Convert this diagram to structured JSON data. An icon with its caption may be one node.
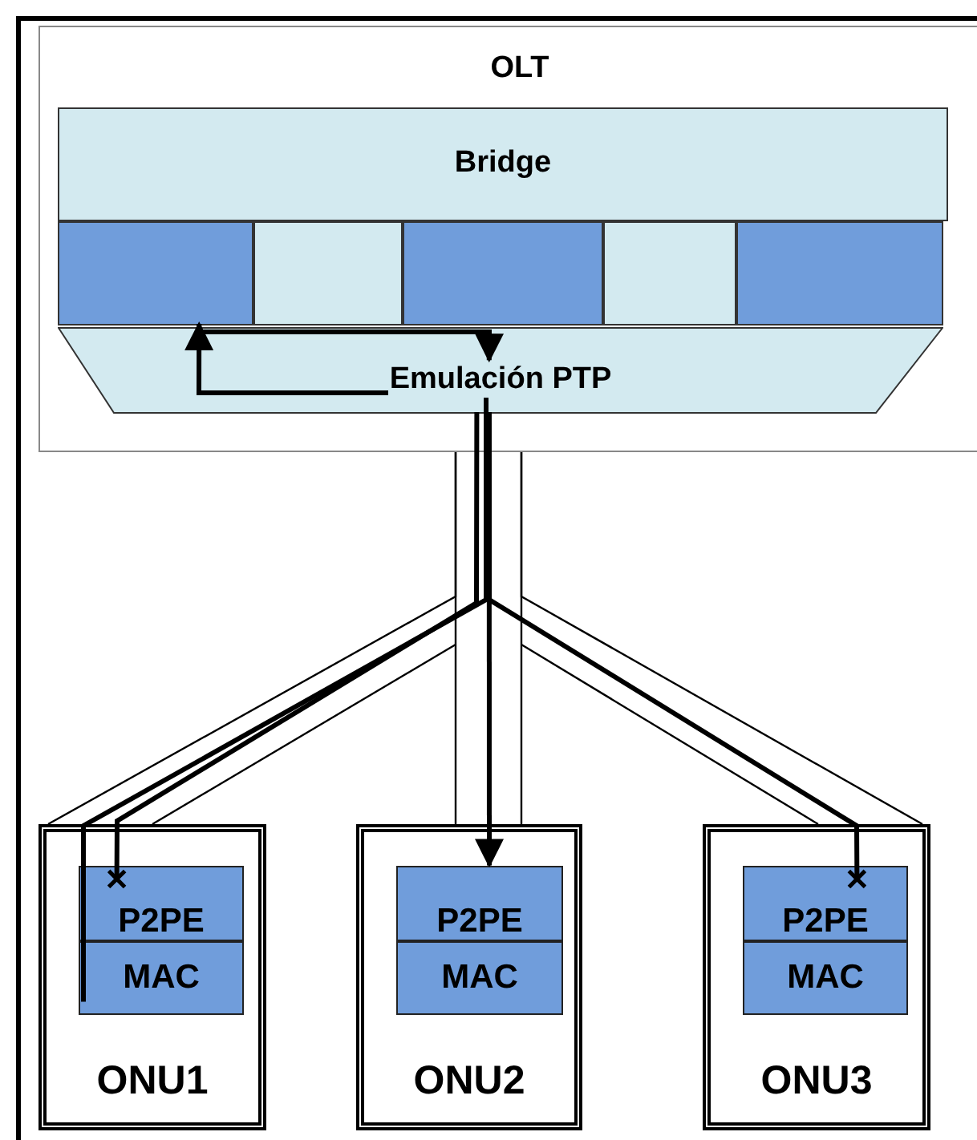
{
  "diagram": {
    "nodes": [
      {
        "text": [
          "OLT"
        ]
      },
      {
        "text": [
          "Bridge"
        ],
        "in": 0
      },
      {
        "text": [],
        "shape": "box",
        "in": 0
      },
      {
        "text": [],
        "shape": "box",
        "in": 0
      },
      {
        "text": [],
        "shape": "box",
        "in": 0
      },
      {
        "text": [],
        "shape": "box",
        "in": 0
      },
      {
        "text": [],
        "shape": "box",
        "in": 0
      },
      {
        "text": [
          "Emulación PTP"
        ],
        "in": 0
      },
      {
        "text": [
          "ONU1"
        ]
      },
      {
        "text": [
          "P2PE"
        ],
        "in": 8
      },
      {
        "text": [
          "MAC"
        ],
        "in": 8
      },
      {
        "text": [
          "ONU2"
        ]
      },
      {
        "text": [
          "P2PE"
        ],
        "in": 11
      },
      {
        "text": [
          "MAC"
        ],
        "in": 11
      },
      {
        "text": [
          "ONU3"
        ]
      },
      {
        "text": [
          "P2PE"
        ],
        "in": 14
      },
      {
        "text": [
          "MAC"
        ],
        "in": 14
      }
    ],
    "edges": [
      {
        "from": 10,
        "to": 7,
        "arrow": "none"
      },
      {
        "from": 2,
        "to": 7,
        "arrow": "to"
      },
      {
        "from": 7,
        "to": 12,
        "arrow": "to"
      },
      {
        "from": 7,
        "to": 9,
        "arrow": "other"
      },
      {
        "from": 7,
        "to": 15,
        "arrow": "other"
      },
      {
        "from": 0,
        "to": 8,
        "arrow": "none"
      },
      {
        "from": 0,
        "to": 11,
        "arrow": "none"
      },
      {
        "from": 0,
        "to": 14,
        "arrow": "none"
      },
      {
        "from": 7,
        "to": 2,
        "arrow": "to"
      }
    ]
  }
}
